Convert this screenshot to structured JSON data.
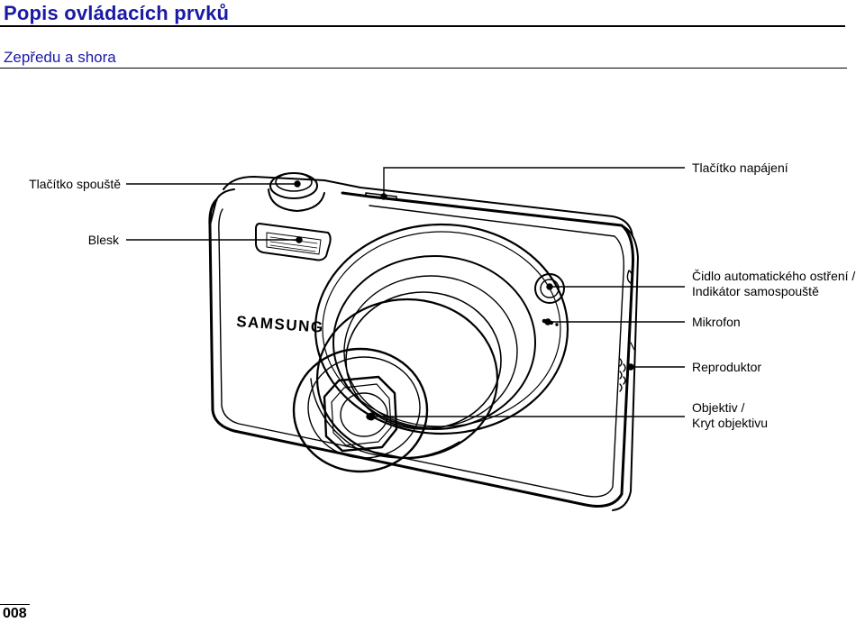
{
  "header": {
    "title": "Popis ovládacích prvků",
    "subtitle": "Zepředu a shora"
  },
  "camera": {
    "brand_logo": "SAMSUNG"
  },
  "labels": {
    "shutter_button": "Tlačítko spouště",
    "power_button": "Tlačítko napájení",
    "flash": "Blesk",
    "af_sensor_line1": "Čidlo automatického ostření /",
    "af_sensor_line2": "Indikátor samospouště",
    "microphone": "Mikrofon",
    "speaker": "Reproduktor",
    "lens_line1": "Objektiv /",
    "lens_line2": "Kryt objektivu"
  },
  "footer": {
    "page_number": "008"
  },
  "colors": {
    "heading": "#1a1aa6",
    "line": "#000000",
    "background": "#ffffff"
  }
}
